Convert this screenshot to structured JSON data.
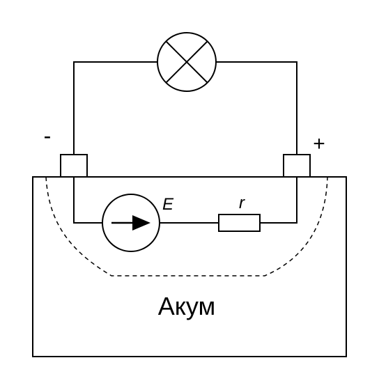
{
  "labels": {
    "negative": "-",
    "positive": "+",
    "emf": "E",
    "internal_resistance": "r",
    "battery": "Акум"
  },
  "colors": {
    "stroke": "#000000",
    "background": "#ffffff"
  },
  "icons": {
    "lamp": "lamp-icon",
    "emf_source": "emf-source-icon",
    "resistor": "resistor-icon"
  }
}
